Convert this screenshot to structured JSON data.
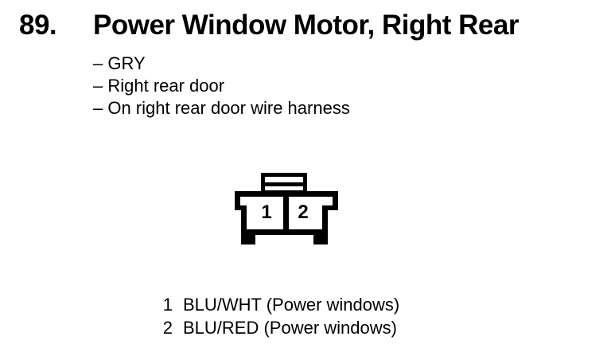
{
  "document": {
    "item_number": "89.",
    "title": "Power Window Motor, Right Rear",
    "details": [
      "– GRY",
      "– Right rear door",
      "– On right rear door wire harness"
    ]
  },
  "connector": {
    "pins": [
      {
        "number": "1"
      },
      {
        "number": "2"
      }
    ]
  },
  "legend": {
    "entries": [
      {
        "pin": "1",
        "label": "BLU/WHT (Power windows)"
      },
      {
        "pin": "2",
        "label": "BLU/RED (Power windows)"
      }
    ]
  },
  "colors": {
    "ink": "#000000",
    "paper": "#ffffff"
  }
}
